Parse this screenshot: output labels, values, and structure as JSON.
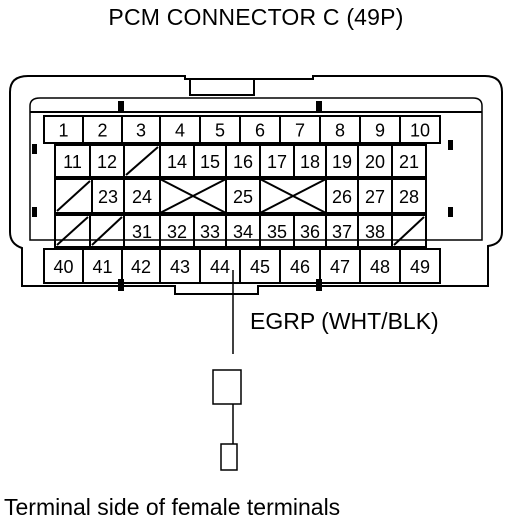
{
  "title": "PCM CONNECTOR C (49P)",
  "signal_label": "EGRP (WHT/BLK)",
  "caption": "Terminal side of female terminals",
  "highlighted_terminal": "44",
  "rows": [
    [
      "1",
      "2",
      "3",
      "4",
      "5",
      "6",
      "7",
      "8",
      "9",
      "10"
    ],
    [
      "11",
      "12",
      "",
      "14",
      "15",
      "16",
      "17",
      "18",
      "19",
      "20",
      "21"
    ],
    [
      "",
      "23",
      "24",
      "",
      "25",
      "",
      "26",
      "27",
      "28"
    ],
    [
      "",
      "",
      "31",
      "32",
      "33",
      "34",
      "35",
      "36",
      "37",
      "38",
      ""
    ],
    [
      "40",
      "41",
      "42",
      "43",
      "44",
      "45",
      "46",
      "47",
      "48",
      "49"
    ]
  ]
}
